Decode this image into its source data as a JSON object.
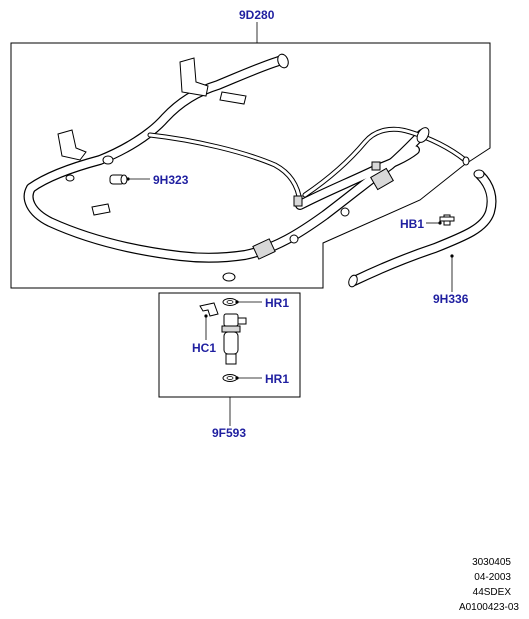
{
  "callouts": {
    "fuel_rail": "9D280",
    "plug": "9H323",
    "bolt": "HB1",
    "hose": "9H336",
    "o_ring_top": "HR1",
    "clip": "HC1",
    "o_ring_bottom": "HR1",
    "injector": "9F593"
  },
  "footer": {
    "line1": "3030405",
    "line2": "04-2003",
    "line3": "44SDEX",
    "line4": "A0100423-03"
  },
  "colors": {
    "label": "#1f1fa0",
    "line": "#000000",
    "background": "#ffffff"
  }
}
